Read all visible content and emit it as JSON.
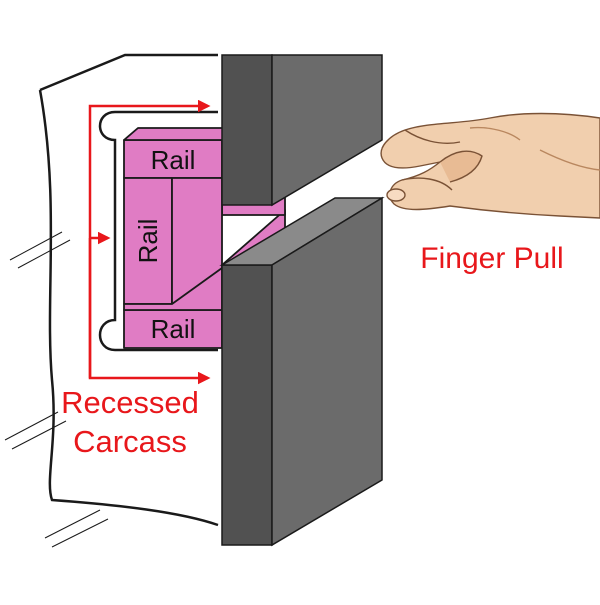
{
  "labels": {
    "rail_top": "Rail",
    "rail_middle": "Rail",
    "rail_bottom": "Rail",
    "finger_pull": "Finger Pull",
    "recessed_line1": "Recessed",
    "recessed_line2": "Carcass"
  },
  "colors": {
    "rail_fill": "#e07cc4",
    "rail_stroke": "#1a1a1a",
    "panel_front": "#6b6b6b",
    "panel_side": "#515151",
    "panel_top": "#8a8a8a",
    "annotation_red": "#e8171b",
    "outline": "#1a1a1a",
    "skin": "#f1cfae",
    "skin_shadow": "#d9a882"
  },
  "icons": {
    "hand": "hand-pinch-icon",
    "arrow": "arrow-right-icon"
  }
}
